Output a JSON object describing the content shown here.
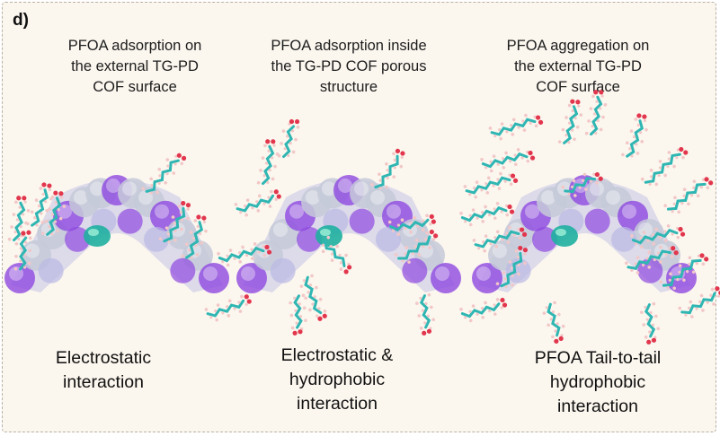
{
  "panel_label": "d)",
  "panels": [
    {
      "caption": "PFOA adsorption on\nthe external TG-PD\nCOF surface",
      "footer": "Electrostatic\ninteraction"
    },
    {
      "caption": "PFOA adsorption inside\nthe TG-PD COF porous\nstructure",
      "footer": "Electrostatic &\nhydrophobic\ninteraction"
    },
    {
      "caption": "PFOA aggregation on\nthe external TG-PD\nCOF surface",
      "footer": "PFOA Tail-to-tail\nhydrophobic\ninteraction"
    }
  ],
  "colors": {
    "background": "#fbf6ee",
    "cof_purple": "#8e48e0",
    "cof_lavender": "#b9b9e4",
    "cof_gray": "#c6cad8",
    "pfoa_green": "#1fb0a0",
    "chain_carbon": "#2fb6b3",
    "chain_hydrogen": "#f2c7c7",
    "chain_oxygen": "#e2364d"
  }
}
